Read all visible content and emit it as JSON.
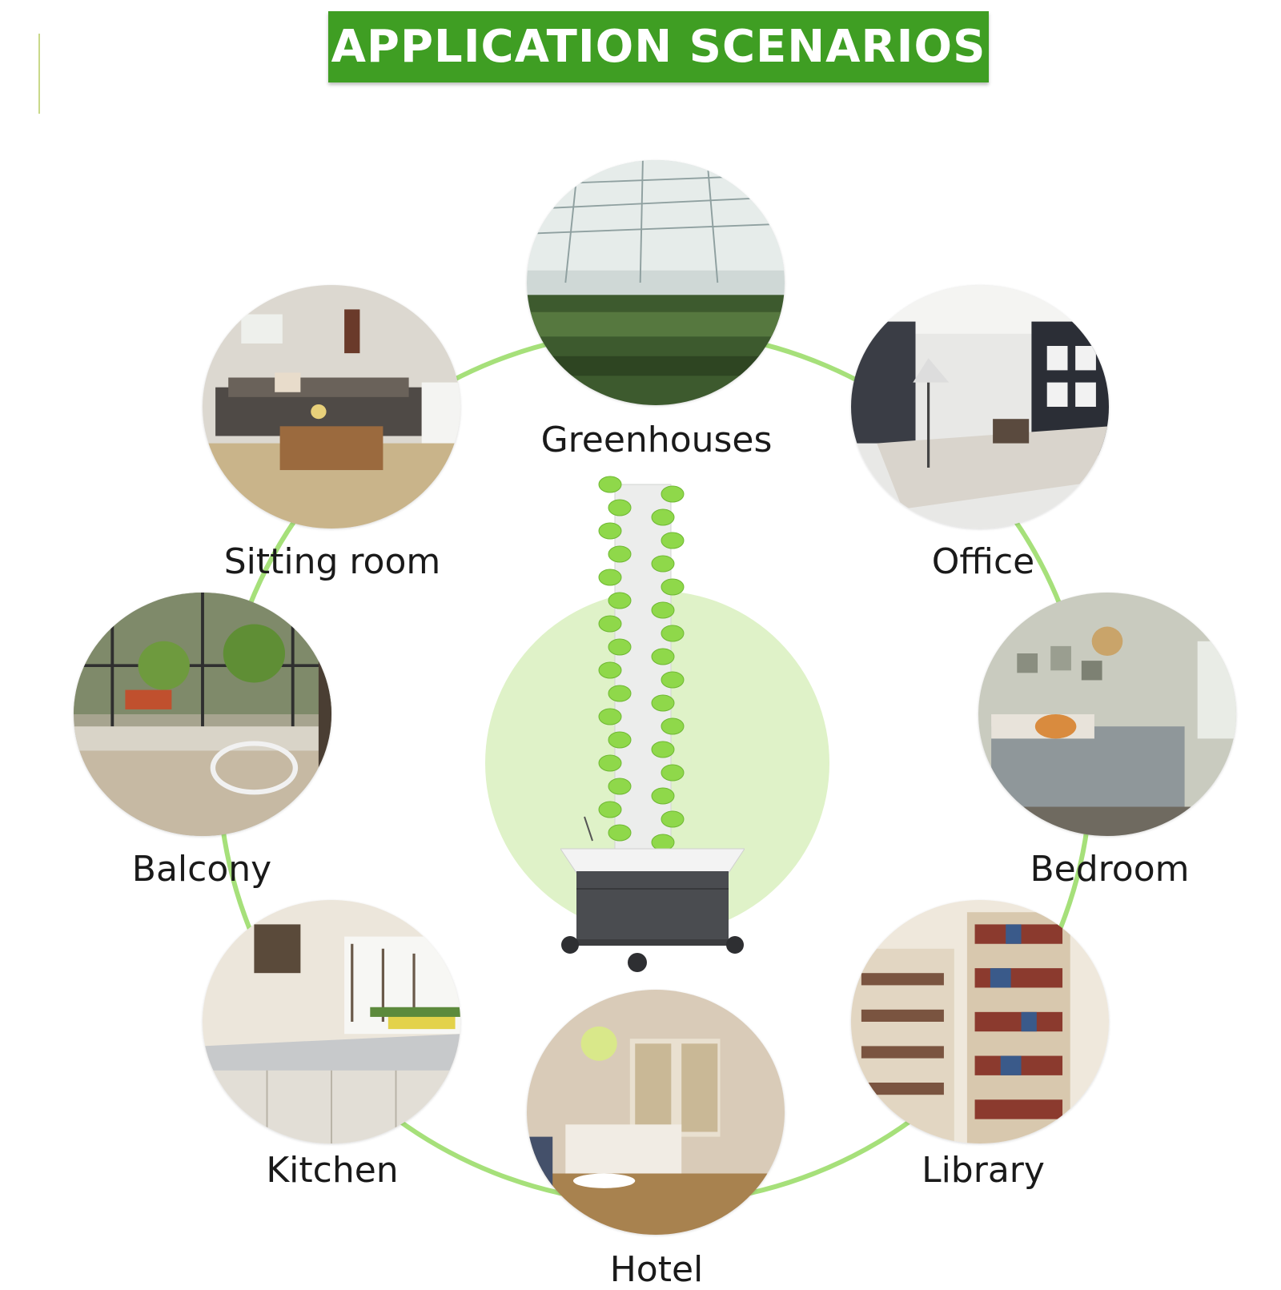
{
  "title": "APPLICATION SCENARIOS",
  "colors": {
    "banner": "#3f9e23",
    "ring": "#a6e07a",
    "glow": "#dff2c8"
  },
  "scenarios": [
    {
      "label": "Greenhouses",
      "icon": "greenhouse-scene"
    },
    {
      "label": "Office",
      "icon": "office-scene"
    },
    {
      "label": "Bedroom",
      "icon": "bedroom-scene"
    },
    {
      "label": "Library",
      "icon": "library-scene"
    },
    {
      "label": "Hotel",
      "icon": "hotel-scene"
    },
    {
      "label": "Kitchen",
      "icon": "kitchen-scene"
    },
    {
      "label": "Balcony",
      "icon": "balcony-scene"
    },
    {
      "label": "Sitting room",
      "icon": "sitting-room-scene"
    }
  ]
}
